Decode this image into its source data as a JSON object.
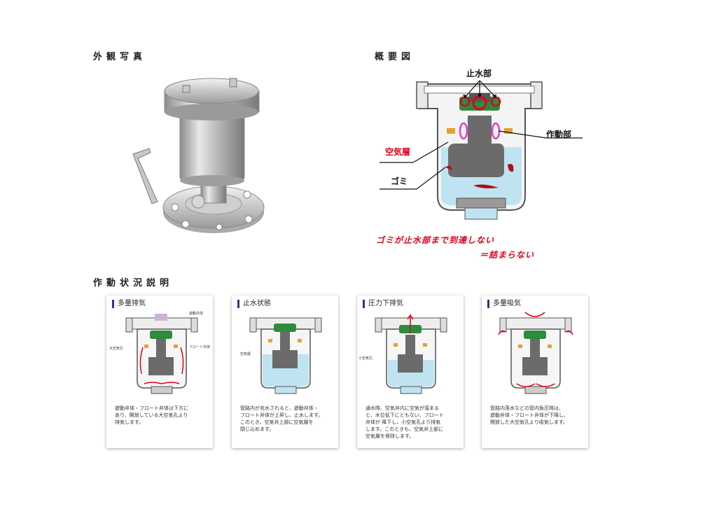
{
  "sections": {
    "photo_title": "外観写真",
    "overview_title": "概要図",
    "status_title": "作動状況説明"
  },
  "overview": {
    "label_stop": "止水部",
    "label_action": "作動部",
    "label_air": "空気層",
    "label_dust": "ゴミ",
    "caption_line1": "ゴミが止水部まで到達しない",
    "caption_line2": "＝詰まらない"
  },
  "cards": [
    {
      "title": "多量排気",
      "labels": [
        "遊動弁体",
        "大空気孔",
        "フロート弁体"
      ],
      "body": "遊動弁体・フロート弁体は下方に\nあり、開放している大空気孔より\n排気します。"
    },
    {
      "title": "止水状態",
      "labels": [
        "空気層"
      ],
      "body": "管路内が充水されると、遊動弁体・\nフロート弁体が上昇し、止水します。\nこのとき、空気弁上部に空気層を\n閉じ込めます。"
    },
    {
      "title": "圧力下排気",
      "labels": [
        "小空気孔"
      ],
      "body": "通水時、空気弁内に空気が溜まる\nと、水位低下にともない、フロート\n弁体が 降下し、小空気孔より排気\nします。このときも、空気弁上部に\n空気層を保持します。"
    },
    {
      "title": "多量吸気",
      "labels": [],
      "body": "管路内落水などの管内負圧時は、\n遊動弁体・フロート弁体が下降し、\n開放した大空気孔より吸気します。"
    }
  ],
  "colors": {
    "accent_red": "#e0001a",
    "water_blue": "#bfe3f1",
    "float_gray": "#6b6b6b",
    "valve_green": "#2e8b3e",
    "heading_bar": "#1f3c88"
  }
}
